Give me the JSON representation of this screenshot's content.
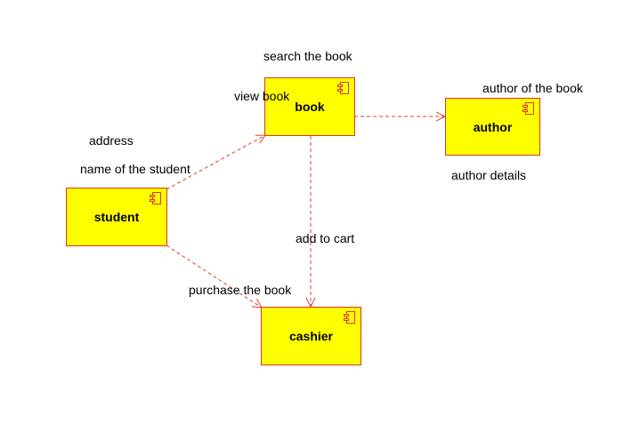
{
  "diagram": {
    "components": {
      "book": "book",
      "author": "author",
      "student": "student",
      "cashier": "cashier"
    },
    "labels": {
      "search_book": "search the book",
      "view_book": "view book",
      "author_of_book": "author of the book",
      "address": "address",
      "name_of_student": "name of the student",
      "author_details": "author details",
      "add_to_cart": "add to cart",
      "purchase_book": "purchase the book"
    },
    "colors": {
      "component_fill": "#ffff00",
      "component_border": "#d63a2a",
      "connector": "#e04030"
    },
    "dependencies": [
      {
        "from": "student",
        "to": "book"
      },
      {
        "from": "student",
        "to": "cashier"
      },
      {
        "from": "book",
        "to": "author"
      },
      {
        "from": "book",
        "to": "cashier"
      }
    ]
  }
}
